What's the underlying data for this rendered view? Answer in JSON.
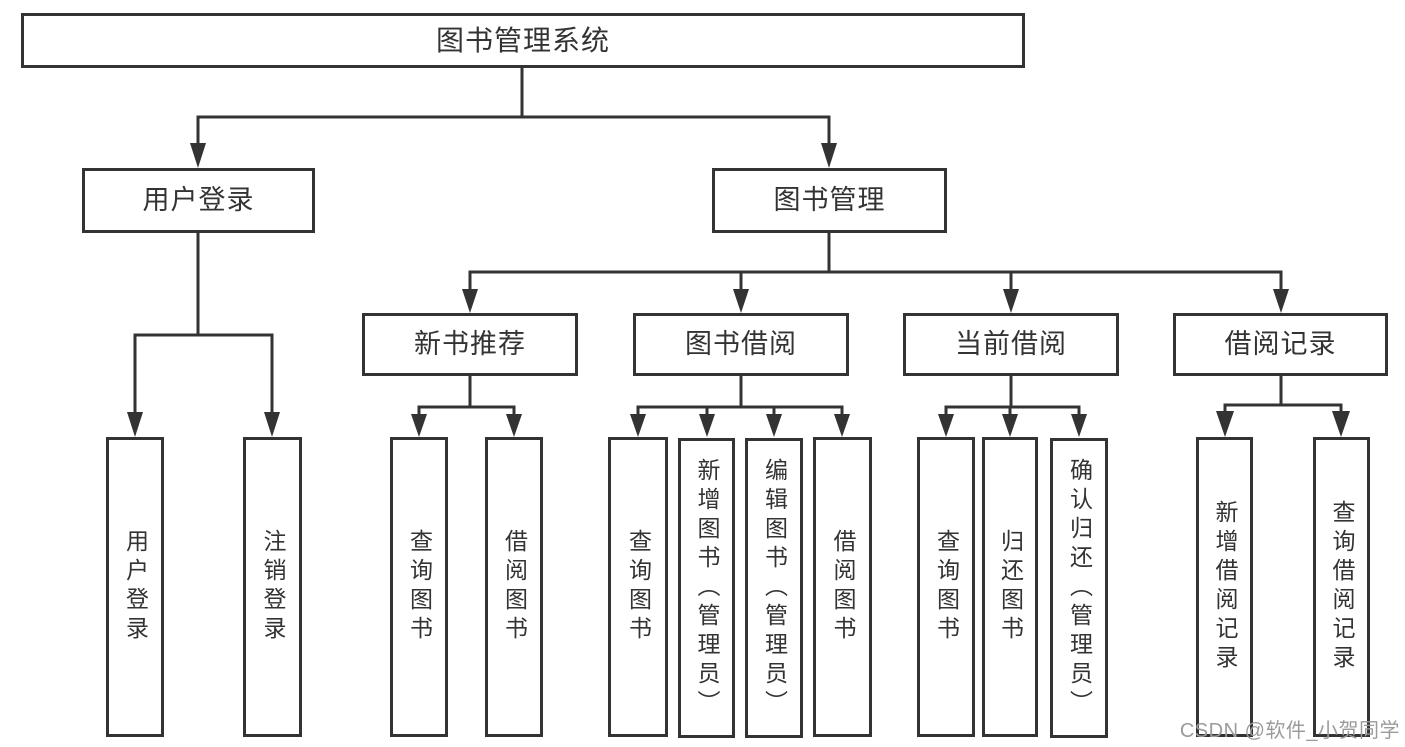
{
  "colors": {
    "line": "#333333",
    "box_border": "#333333",
    "box_fill": "#ffffff",
    "text": "#333333",
    "watermark": "#9b9b9b",
    "background": "#ffffff"
  },
  "watermark": {
    "text": "CSDN @软件_小贺同学"
  },
  "tree": {
    "label": "图书管理系统",
    "children": [
      {
        "label": "用户登录",
        "children": [
          {
            "label": "用户登录"
          },
          {
            "label": "注销登录"
          }
        ]
      },
      {
        "label": "图书管理",
        "children": [
          {
            "label": "新书推荐",
            "children": [
              {
                "label": "查询图书"
              },
              {
                "label": "借阅图书"
              }
            ]
          },
          {
            "label": "图书借阅",
            "children": [
              {
                "label": "查询图书"
              },
              {
                "label": "新增图书（管理员）"
              },
              {
                "label": "编辑图书（管理员）"
              },
              {
                "label": "借阅图书"
              }
            ]
          },
          {
            "label": "当前借阅",
            "children": [
              {
                "label": "查询图书"
              },
              {
                "label": "归还图书"
              },
              {
                "label": "确认归还（管理员）"
              }
            ]
          },
          {
            "label": "借阅记录",
            "children": [
              {
                "label": "新增借阅记录"
              },
              {
                "label": "查询借阅记录"
              }
            ]
          }
        ]
      }
    ]
  }
}
